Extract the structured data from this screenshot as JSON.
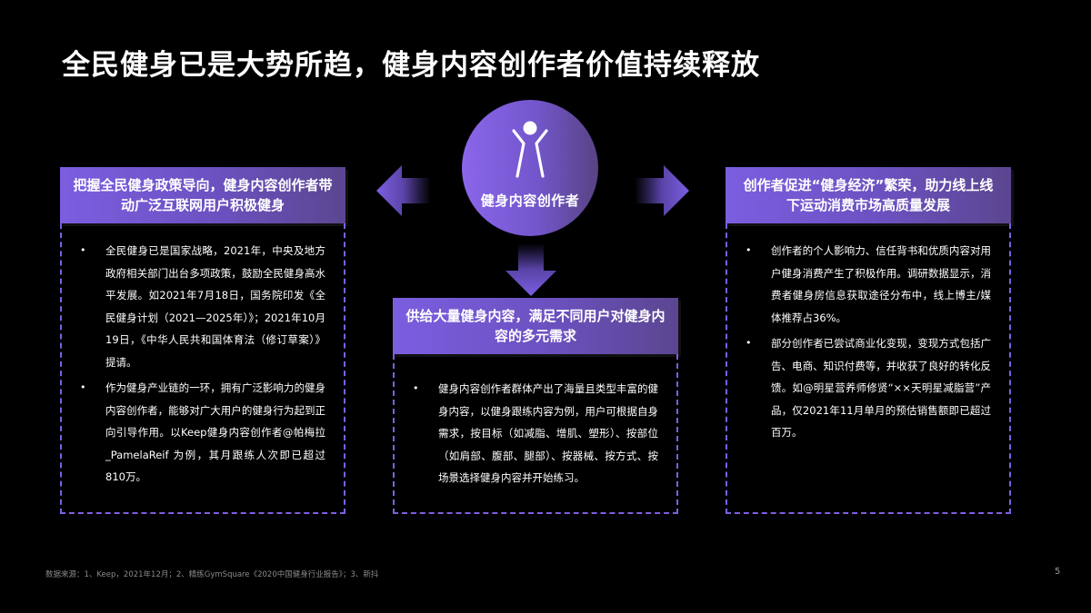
{
  "page": {
    "title": "全民健身已是大势所趋，健身内容创作者价值持续释放",
    "page_number": "5",
    "footer_source": "数据来源：1、Keep，2021年12月；2、精练GymSquare《2020中国健身行业报告》；3、新抖"
  },
  "center": {
    "label": "健身内容创作者",
    "icon": "person-arms-raised-icon"
  },
  "colors": {
    "accent": "#7b5ee0",
    "accent_dark": "#574383",
    "background": "#000000",
    "dash_border": "#7f5fe0"
  },
  "panels": [
    {
      "header": "把握全民健身政策导向，健身内容创作者带动广泛互联网用户积极健身",
      "bullets": [
        "全民健身已是国家战略，2021年，中央及地方政府相关部门出台多项政策，鼓励全民健身高水平发展。如2021年7月18日，国务院印发《全民健身计划（2021—2025年）》；2021年10月19日，《中华人民共和国体育法（修订草案）》提请。",
        "作为健身产业链的一环，拥有广泛影响力的健身内容创作者，能够对广大用户的健身行为起到正向引导作用。以Keep健身内容创作者@帕梅拉_PamelaReif 为例，其月跟练人次即已超过810万。"
      ]
    },
    {
      "header": "供给大量健身内容，满足不同用户对健身内容的多元需求",
      "bullets": [
        "健身内容创作者群体产出了海量且类型丰富的健身内容，以健身跟练内容为例，用户可根据自身需求，按目标（如减脂、增肌、塑形）、按部位（如肩部、腹部、腿部）、按器械、按方式、按场景选择健身内容并开始练习。"
      ]
    },
    {
      "header": "创作者促进“健身经济”繁荣，助力线上线下运动消费市场高质量发展",
      "bullets": [
        "创作者的个人影响力、信任背书和优质内容对用户健身消费产生了积极作用。调研数据显示，消费者健身房信息获取途径分布中，线上博主/媒体推荐占36%。",
        "部分创作者已尝试商业化变现，变现方式包括广告、电商、知识付费等，并收获了良好的转化反馈。如@明星营养师修贤“××天明星减脂营”产品，仅2021年11月单月的预估销售额即已超过百万。"
      ]
    }
  ]
}
